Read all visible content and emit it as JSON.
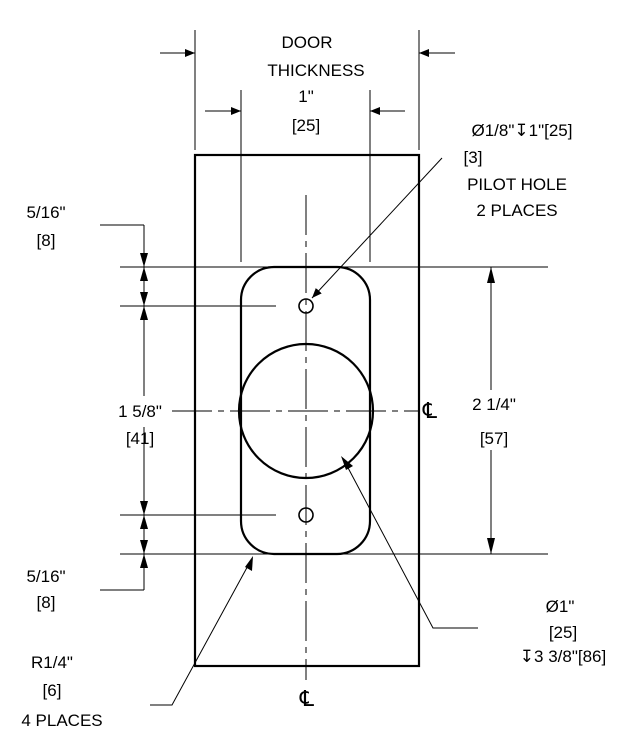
{
  "door_thickness": {
    "line1": "DOOR",
    "line2": "THICKNESS",
    "imperial": "1\"",
    "metric": "[25]"
  },
  "pilot_hole": {
    "spec": "Ø1/8\"↧1\"[25]",
    "metric": "[3]",
    "line1": "PILOT HOLE",
    "line2": "2 PLACES"
  },
  "top_offset": {
    "imperial": "5/16\"",
    "metric": "[8]"
  },
  "hole_spacing": {
    "imperial": "1 5/8\"",
    "metric": "[41]"
  },
  "bottom_offset": {
    "imperial": "5/16\"",
    "metric": "[8]"
  },
  "overall_height": {
    "imperial": "2 1/4\"",
    "metric": "[57]"
  },
  "main_bore": {
    "imperial": "Ø1\"",
    "metric": "[25]",
    "depth": "↧3 3/8\"[86]"
  },
  "corner_radius": {
    "imperial": "R1/4\"",
    "metric": "[6]",
    "note": "4 PLACES"
  },
  "centerline_symbol": "℄"
}
